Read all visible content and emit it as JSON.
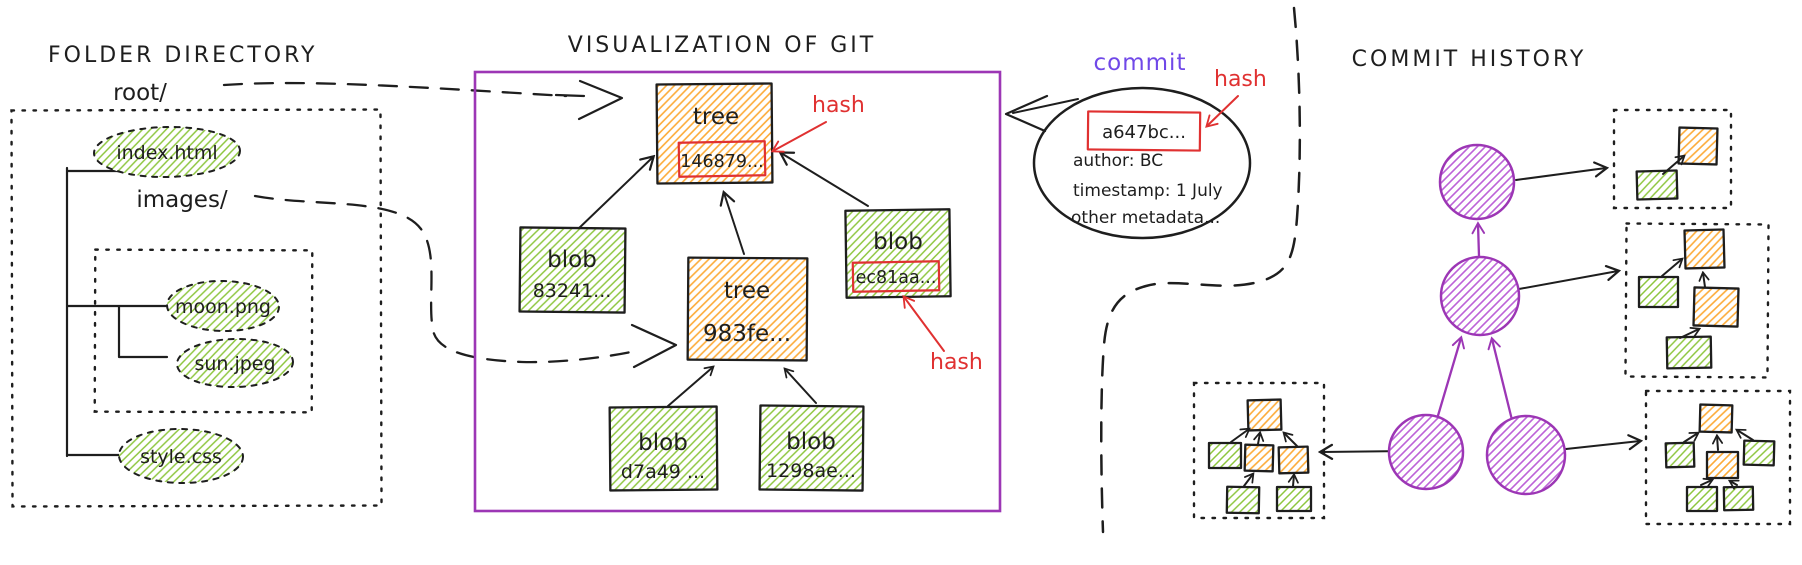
{
  "colors": {
    "ink": "#1e1e1e",
    "green_hatch": "#85c226",
    "orange_hatch": "#f59f00",
    "purple": "#9c36b5",
    "violet_label": "#7048e8",
    "red": "#e03131"
  },
  "folder": {
    "title": "FOLDER DIRECTORY",
    "root": "root/",
    "images": "images/",
    "index_html": "index.html",
    "moon_png": "moon.png",
    "sun_jpeg": "sun.jpeg",
    "style_css": "style.css"
  },
  "git": {
    "title": "VISUALIZATION OF GIT",
    "hash_label": "hash",
    "tree_root": {
      "label": "tree",
      "hash": "146879..."
    },
    "blob_left": {
      "label": "blob",
      "hash": "83241..."
    },
    "tree_mid": {
      "label": "tree",
      "hash": "983fe..."
    },
    "blob_right": {
      "label": "blob",
      "hash": "ec81aa..."
    },
    "blob_bottom_left": {
      "label": "blob",
      "hash": "d7a49 ..."
    },
    "blob_bottom_right": {
      "label": "blob",
      "hash": "1298ae..."
    }
  },
  "commit": {
    "label": "commit",
    "hash_label": "hash",
    "hash": "a647bc...",
    "author": "author: BC",
    "timestamp": "timestamp: 1 July",
    "metadata": "other metadata..."
  },
  "history": {
    "title": "COMMIT HISTORY"
  }
}
